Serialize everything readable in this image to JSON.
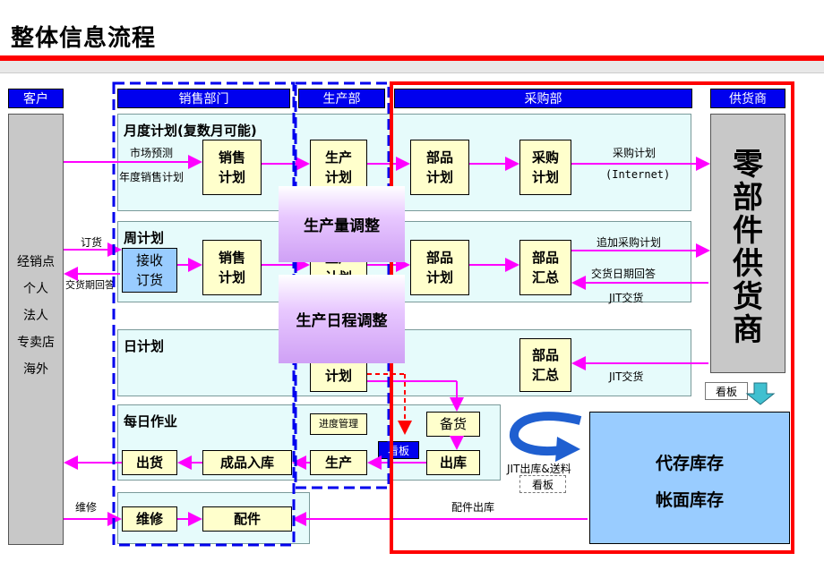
{
  "title": "整体信息流程",
  "headers": {
    "customer": "客户",
    "sales": "销售部门",
    "production": "生产部",
    "purchasing": "采购部",
    "supplier": "供货商"
  },
  "customer_panel": [
    "经销点",
    "个人",
    "法人",
    "专卖店",
    "海外"
  ],
  "supplier_panel": [
    "零",
    "部",
    "件",
    "供",
    "货",
    "商"
  ],
  "rows": {
    "monthly": {
      "title": "月度计划(复数月可能)",
      "input1": "市场预测",
      "input2": "年度销售计划",
      "sales_plan": [
        "销售",
        "计划"
      ],
      "prod_plan": [
        "生产",
        "计划"
      ],
      "parts_plan": [
        "部品",
        "计划"
      ],
      "purchase_plan": [
        "采购",
        "计划"
      ],
      "out1": "采购计划",
      "out2": "(Internet)"
    },
    "weekly": {
      "title": "周计划",
      "order": "订货",
      "reply": "交货期回答",
      "receive": [
        "接收",
        "订货"
      ],
      "sales_plan": [
        "销售",
        "计划"
      ],
      "prod_plan": [
        "生产",
        "计划"
      ],
      "parts_plan": [
        "部品",
        "计划"
      ],
      "parts_sum": [
        "部品",
        "汇总"
      ],
      "out1": "追加采购计划",
      "out2": "交货日期回答",
      "in1": "JIT交货"
    },
    "daily": {
      "title": "日计划",
      "prod_plan": [
        "生产",
        "计划"
      ],
      "parts_sum": [
        "部品",
        "汇总"
      ],
      "in1": "JIT交货"
    },
    "ops": {
      "title": "每日作业",
      "progress": "进度管理",
      "stock": "备货",
      "ship": "出货",
      "finished": "成品入库",
      "produce": "生产",
      "out_wh": "出库",
      "kanban": "看板"
    },
    "maint": {
      "label": "维修",
      "repair": "维修",
      "parts": "配件",
      "parts_out": "配件出库"
    }
  },
  "adjust1": "生产量调整",
  "adjust2": "生产日程调整",
  "jit_label": "JIT出库&送料",
  "kanban_labels": [
    "看板",
    "看板"
  ],
  "inventory": [
    "代存库存",
    "帐面库存"
  ],
  "colors": {
    "accent_blue": "#0000ee",
    "arrow": "#ff00ff",
    "frame_red": "#ff0000",
    "panel": "#e6fbfb"
  }
}
